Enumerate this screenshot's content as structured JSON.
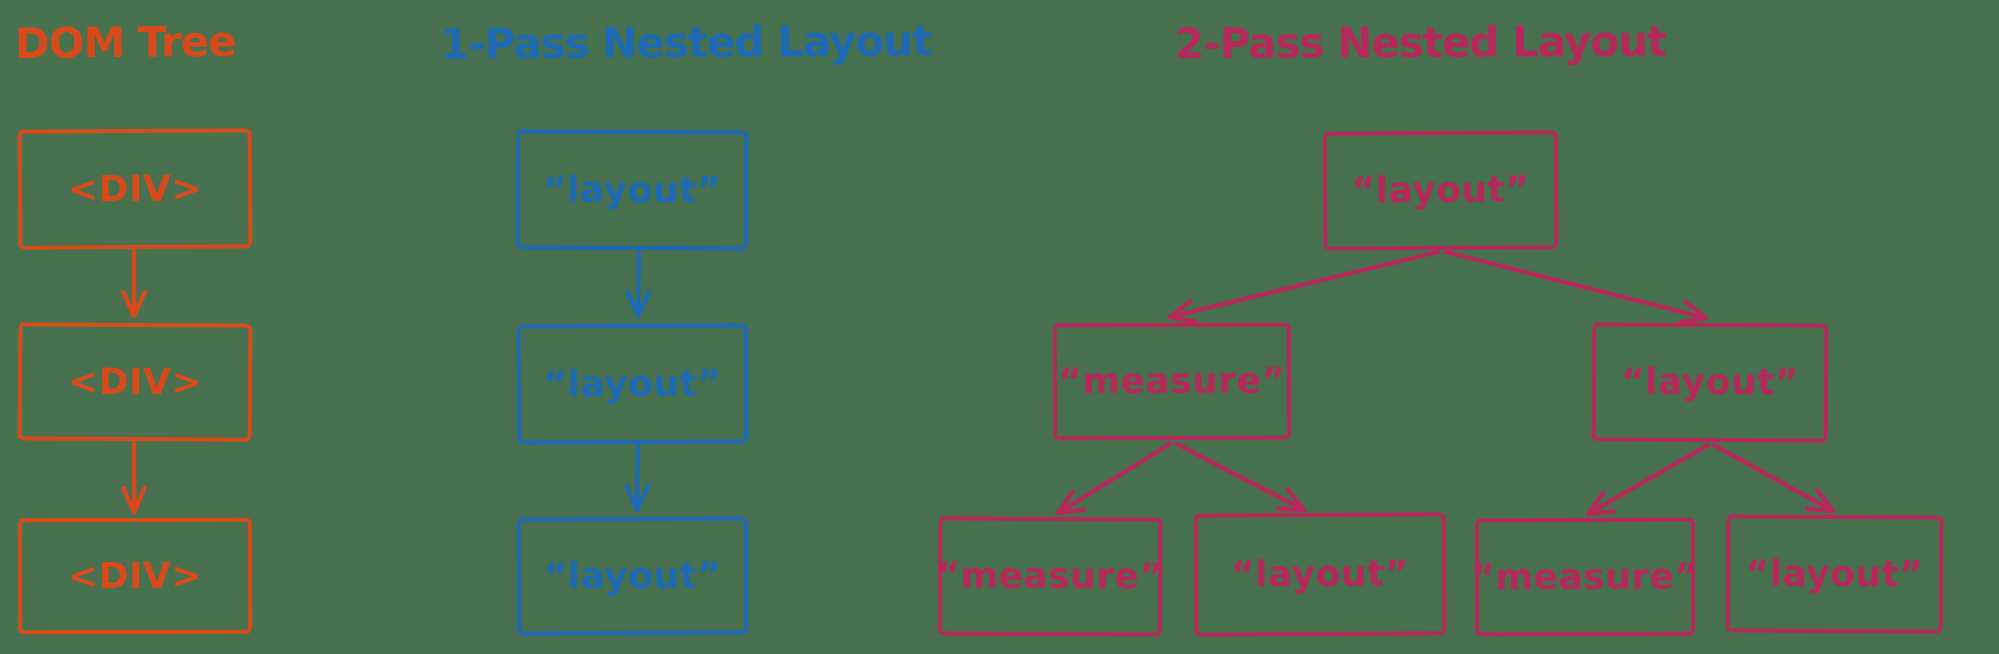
{
  "colors": {
    "background": "#47704f",
    "dom_tree": "#d5491b",
    "one_pass": "#1f6ab5",
    "two_pass": "#b52a5b"
  },
  "diagrams": [
    {
      "title": "DOM Tree",
      "nodes": [
        {
          "label": "<DIV>"
        },
        {
          "label": "<DIV>"
        },
        {
          "label": "<DIV>"
        }
      ]
    },
    {
      "title": "1-Pass Nested Layout",
      "nodes": [
        {
          "label": "“layout”"
        },
        {
          "label": "“layout”"
        },
        {
          "label": "“layout”"
        }
      ]
    },
    {
      "title": "2-Pass Nested Layout",
      "root": {
        "label": "“layout”"
      },
      "children": [
        {
          "label": "“measure”",
          "children": [
            {
              "label": "“measure”"
            },
            {
              "label": "“layout”"
            }
          ]
        },
        {
          "label": "“layout”",
          "children": [
            {
              "label": "“measure”"
            },
            {
              "label": "“layout”"
            }
          ]
        }
      ]
    }
  ]
}
